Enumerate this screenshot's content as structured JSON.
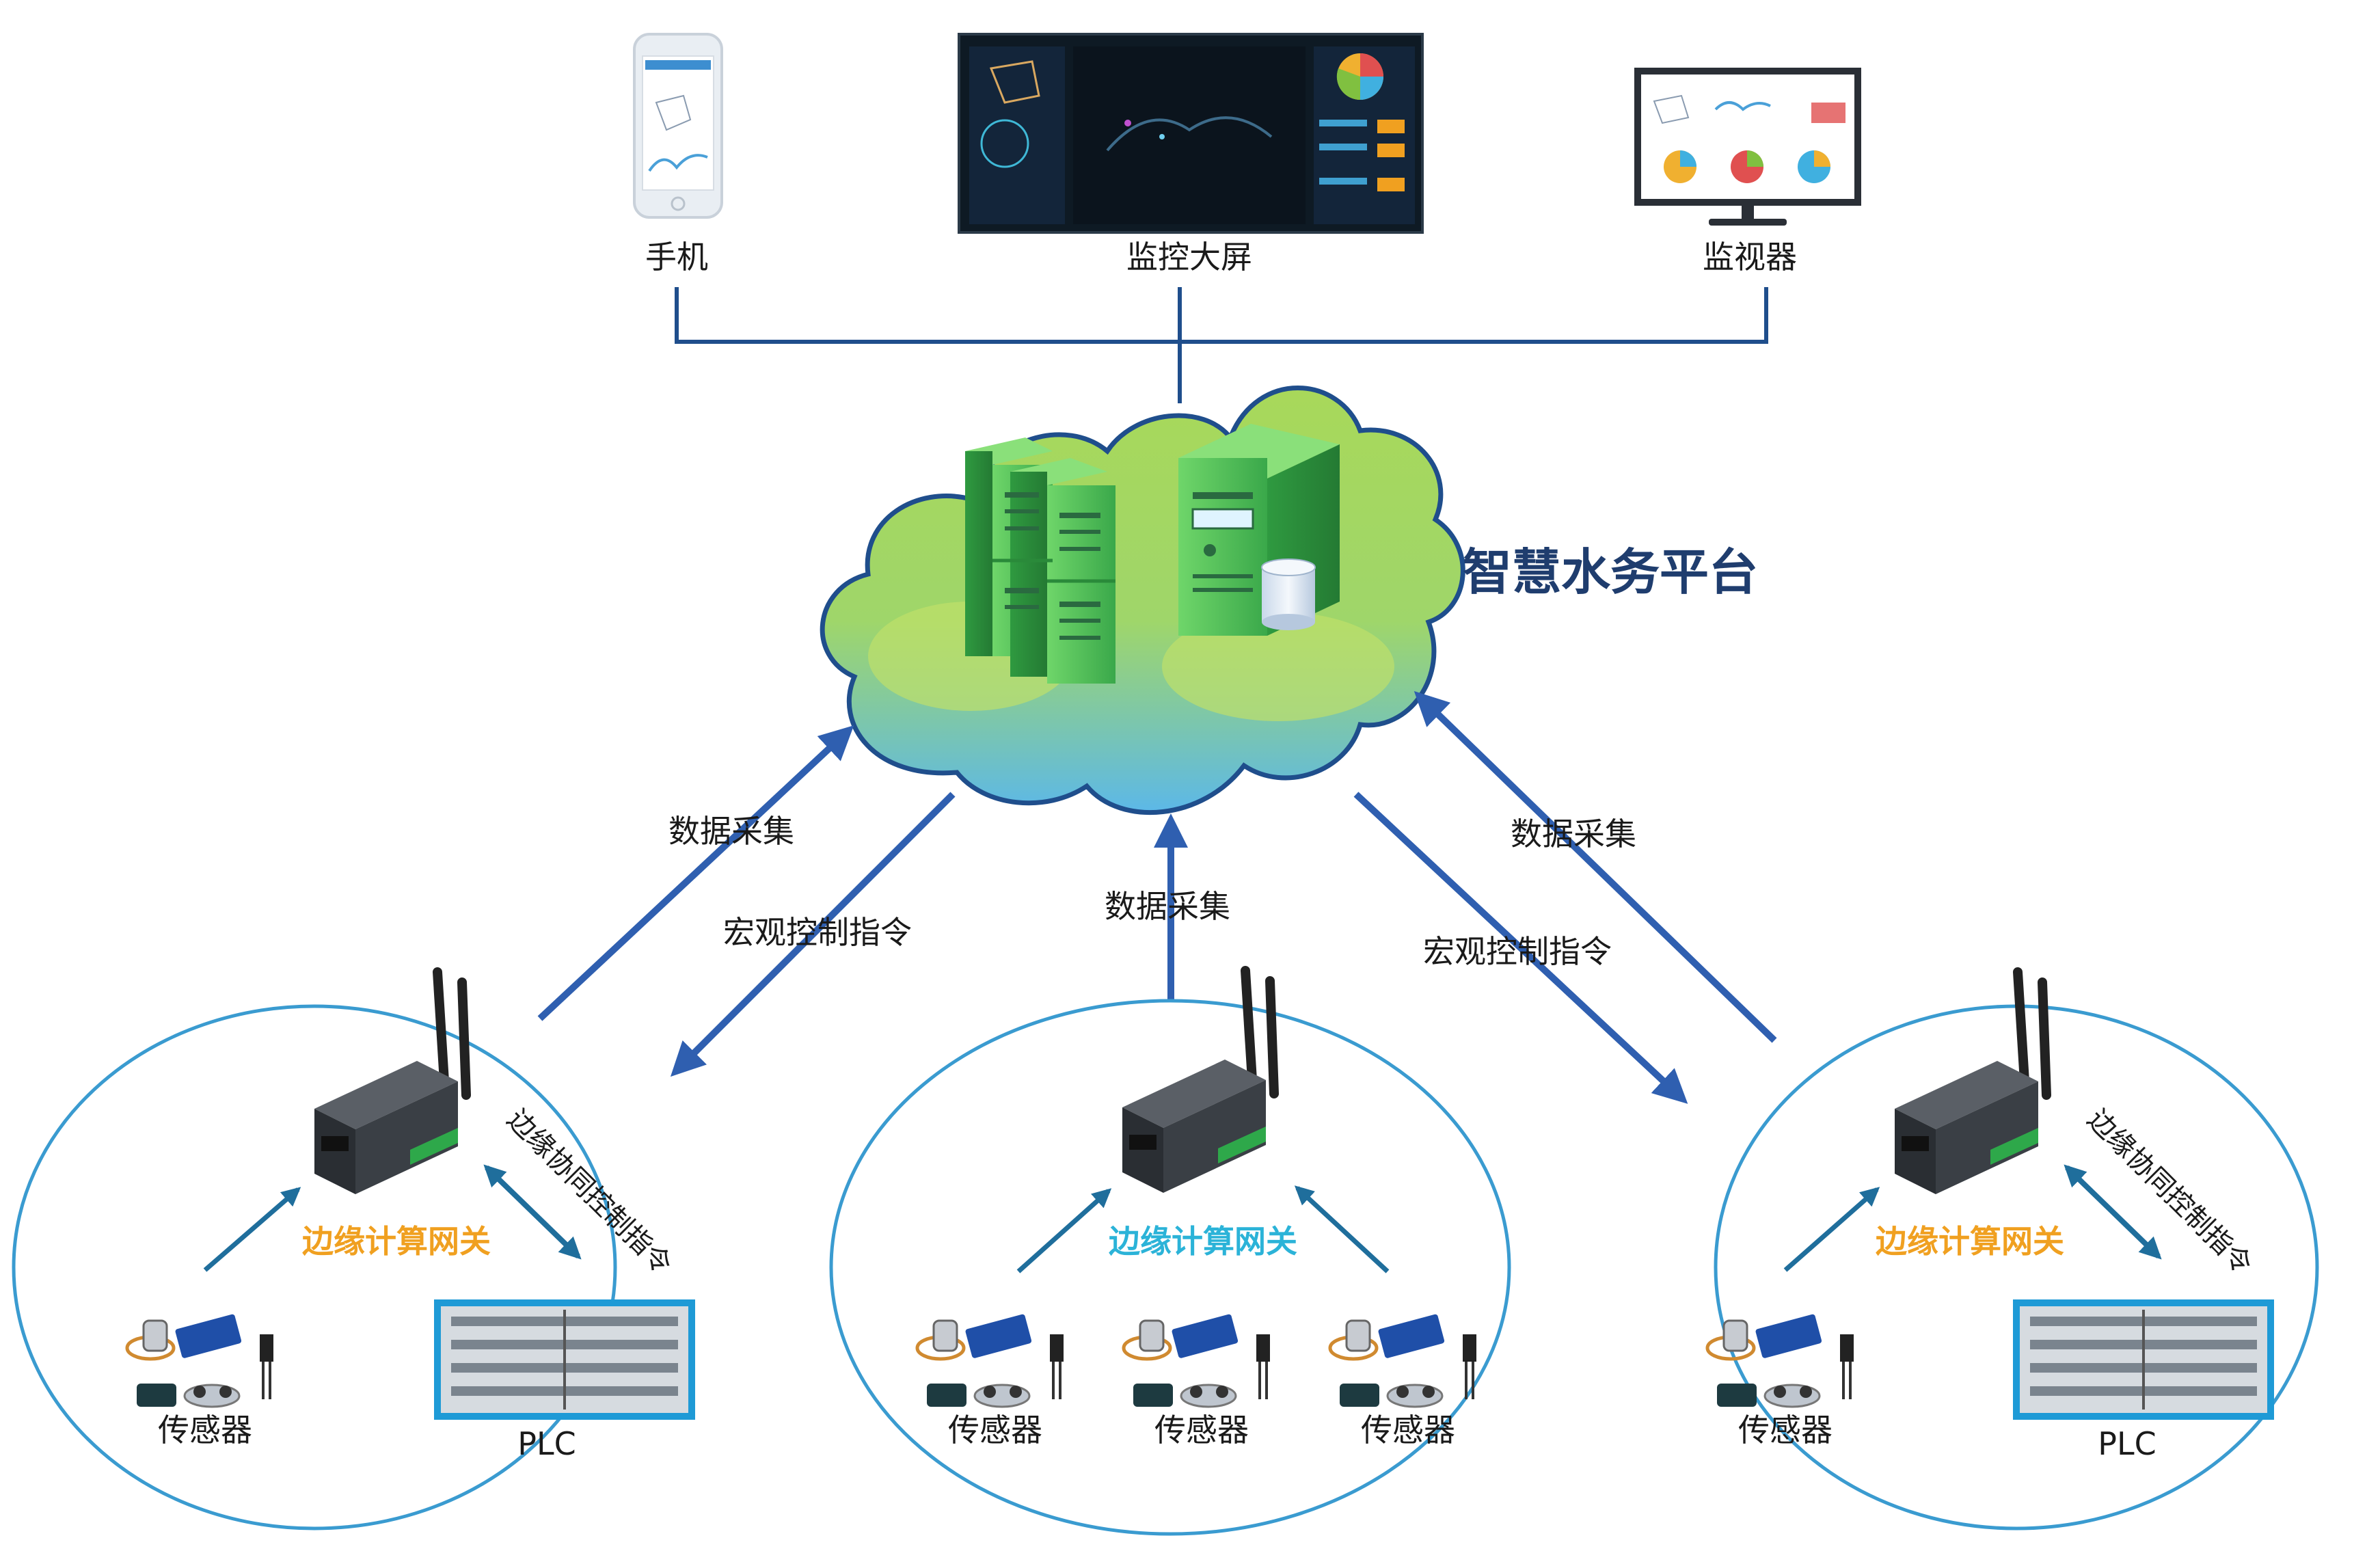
{
  "platform": {
    "title": "智慧水务平台",
    "title_color": "#1f3d6e"
  },
  "displays": {
    "phone": "手机",
    "big_screen": "监控大屏",
    "monitor": "监视器"
  },
  "flows": {
    "left_up": "数据采集",
    "left_down": "宏观控制指令",
    "center_up": "数据采集",
    "right_up": "数据采集",
    "right_down": "宏观控制指令"
  },
  "zones": [
    {
      "gateway_label": "边缘计算网关",
      "gateway_color": "#f0a020",
      "coop_label": "边缘协同控制指令",
      "sensor_labels": [
        "传感器"
      ],
      "plc_label": "PLC"
    },
    {
      "gateway_label": "边缘计算网关",
      "gateway_color": "#2bb3d8",
      "coop_label": "",
      "sensor_labels": [
        "传感器",
        "传感器",
        "传感器"
      ],
      "plc_label": ""
    },
    {
      "gateway_label": "边缘计算网关",
      "gateway_color": "#f0a020",
      "coop_label": "边缘协同控制指令",
      "sensor_labels": [
        "传感器"
      ],
      "plc_label": "PLC"
    }
  ],
  "colors": {
    "line": "#1f4e8c",
    "arrow": "#2f5fb0",
    "ellipse": "#3a9bd0",
    "server_green": "#4cbf4a",
    "cloud_top": "#a8d85a",
    "cloud_bottom": "#5cb8e8"
  }
}
